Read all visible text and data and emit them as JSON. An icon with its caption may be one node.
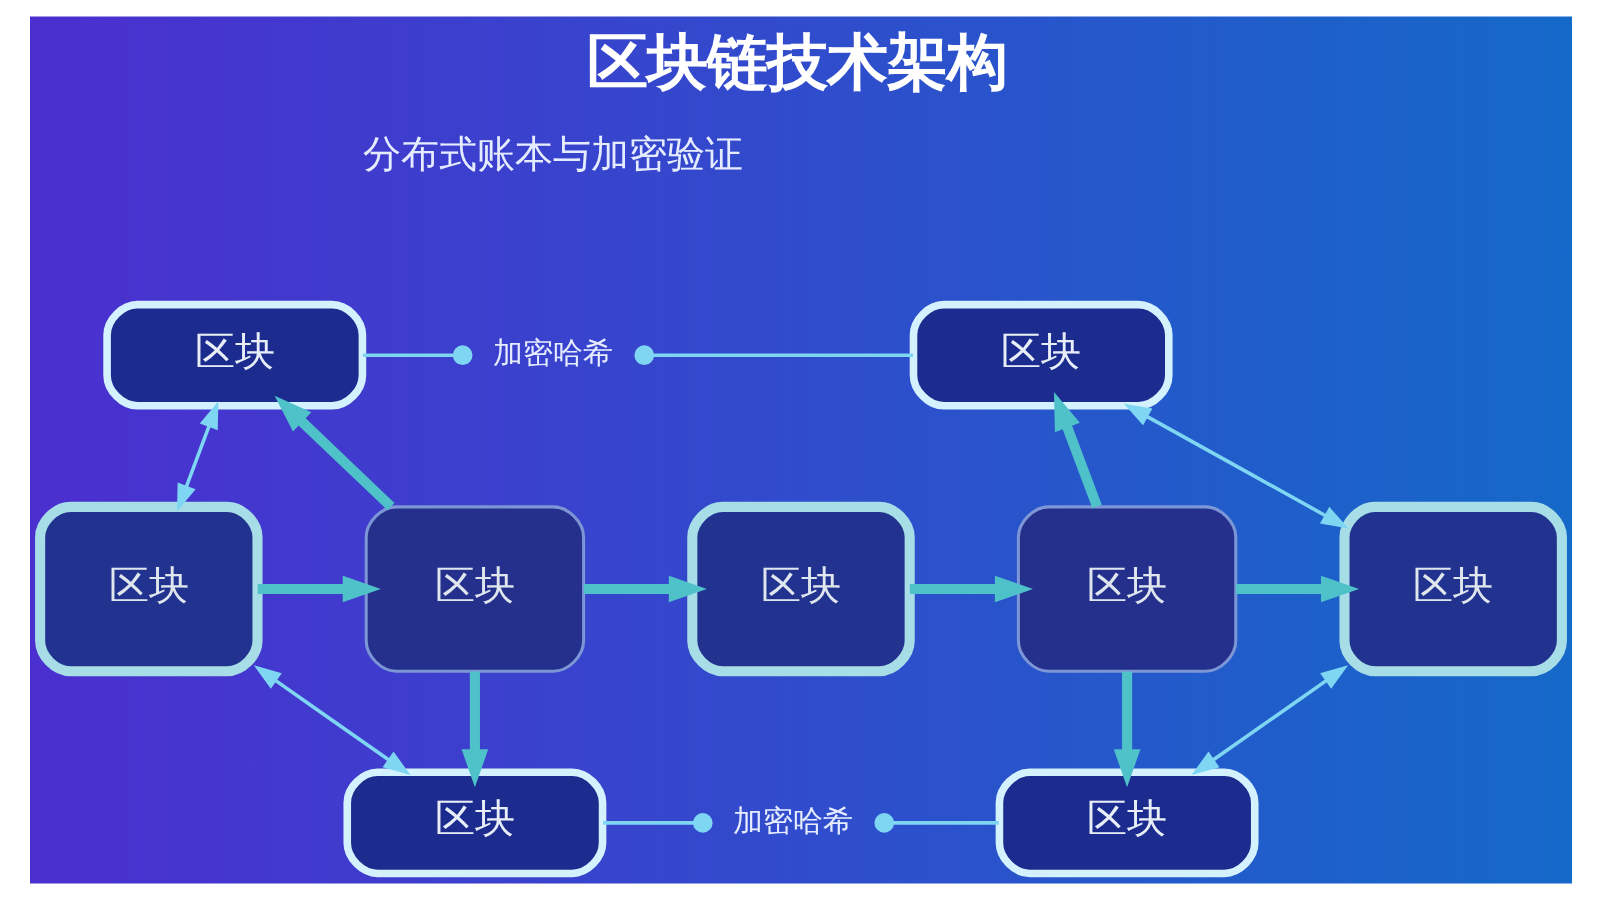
{
  "diagram": {
    "title": "区块链技术架构",
    "nodes": [
      {
        "text": [
          "区块"
        ]
      },
      {
        "text": [
          "加密哈希"
        ]
      },
      {
        "text": [
          "区块"
        ]
      },
      {
        "text": [
          "区块"
        ]
      },
      {
        "text": [
          "区块"
        ]
      },
      {
        "text": [
          "区块"
        ]
      },
      {
        "text": [
          "区块"
        ]
      },
      {
        "text": [
          "区块"
        ]
      },
      {
        "text": [
          "区块"
        ]
      },
      {
        "text": [
          "加密哈希"
        ]
      },
      {
        "text": [
          "区块"
        ]
      }
    ],
    "edges": [
      {
        "from": 0,
        "to": 1,
        "arrow": "other"
      },
      {
        "from": 2,
        "to": 1,
        "arrow": "other"
      },
      {
        "from": 0,
        "to": 3,
        "arrow": "both"
      },
      {
        "from": 2,
        "to": 7,
        "arrow": "both"
      },
      {
        "from": 3,
        "to": 4,
        "arrow": "to",
        "style": "thick",
        "color": "#4fc1c9"
      },
      {
        "from": 4,
        "to": 5,
        "arrow": "to",
        "style": "thick",
        "color": "#4fc1c9"
      },
      {
        "from": 5,
        "to": 6,
        "arrow": "to",
        "style": "thick",
        "color": "#4fc1c9"
      },
      {
        "from": 6,
        "to": 7,
        "arrow": "to",
        "style": "thick",
        "color": "#4fc1c9"
      },
      {
        "from": 4,
        "to": 0,
        "arrow": "to",
        "style": "thick",
        "color": "#4fc1c9"
      },
      {
        "from": 6,
        "to": 2,
        "arrow": "to",
        "style": "thick",
        "color": "#4fc1c9"
      },
      {
        "from": 4,
        "to": 8,
        "arrow": "to",
        "style": "thick",
        "color": "#4fc1c9"
      },
      {
        "from": 6,
        "to": 10,
        "arrow": "to",
        "style": "thick",
        "color": "#4fc1c9"
      },
      {
        "from": 3,
        "to": 8,
        "arrow": "both"
      },
      {
        "from": 7,
        "to": 10,
        "arrow": "both"
      },
      {
        "from": 8,
        "to": 9,
        "arrow": "other"
      },
      {
        "from": 10,
        "to": 9,
        "arrow": "other"
      }
    ],
    "labels": [
      "分布式账本与加密验证"
    ]
  }
}
